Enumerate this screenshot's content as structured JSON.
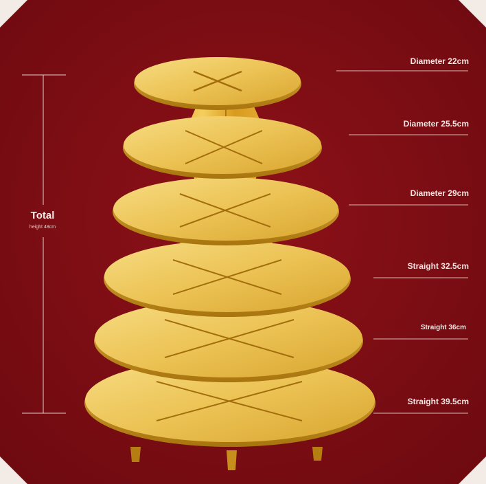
{
  "total": {
    "title": "Total",
    "subtitle": "height 48cm"
  },
  "tiers": [
    {
      "label": "Diameter 22cm"
    },
    {
      "label": "Diameter 25.5cm"
    },
    {
      "label": "Diameter 29cm"
    },
    {
      "label": "Straight 32.5cm"
    },
    {
      "label": "Straight 36cm"
    },
    {
      "label": "Straight 39.5cm"
    }
  ],
  "colors": {
    "background": "#7c0c12",
    "frame": "#f3ebe6",
    "gold": "#e6b83e",
    "gold_light": "#f3cf6a",
    "gold_dark": "#b5800f",
    "line": "#d9b9b3"
  }
}
